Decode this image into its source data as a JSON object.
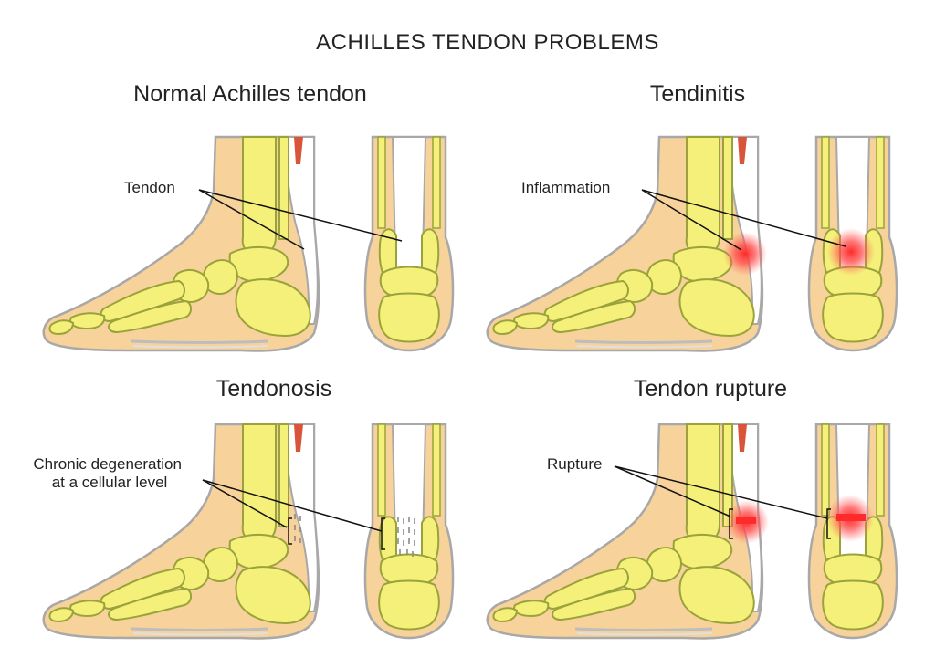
{
  "title": "ACHILLES TENDON PROBLEMS",
  "panels": [
    {
      "id": "normal",
      "heading": "Normal Achilles tendon",
      "label_lines": [
        "Tendon"
      ],
      "condition": "normal"
    },
    {
      "id": "tendinitis",
      "heading": "Tendinitis",
      "label_lines": [
        "Inflammation"
      ],
      "condition": "inflammation"
    },
    {
      "id": "tendonosis",
      "heading": "Tendonosis",
      "label_lines": [
        "Chronic degeneration",
        "at a cellular level"
      ],
      "condition": "degeneration"
    },
    {
      "id": "rupture",
      "heading": "Tendon rupture",
      "label_lines": [
        "Rupture"
      ],
      "condition": "rupture"
    }
  ],
  "colors": {
    "skin": "#f7d29a",
    "skin_outline": "#a8a8a8",
    "bone": "#f5f07a",
    "bone_outline": "#9aa33a",
    "tendon": "#ffffff",
    "muscle": "#d8553a",
    "inflammation": "#ff2a2a",
    "line": "#111111"
  }
}
